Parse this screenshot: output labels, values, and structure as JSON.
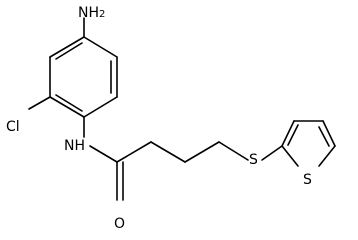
{
  "molecule": {
    "labels": {
      "amino": "NH",
      "amino_subscript": "2",
      "chloro": "Cl",
      "amide_nh": "NH",
      "carbonyl_o": "O",
      "thioether_s": "S",
      "thiophene_s": "S"
    }
  }
}
